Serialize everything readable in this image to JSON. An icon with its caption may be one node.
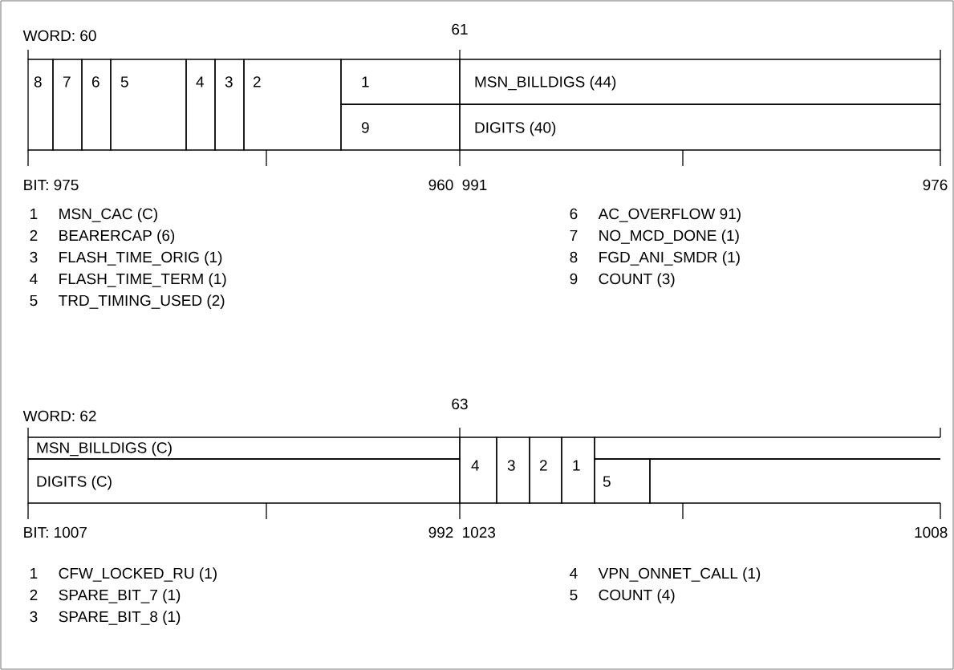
{
  "diagram": {
    "nodes": [
      {
        "text": [
          "8"
        ]
      },
      {
        "text": [
          "7"
        ]
      },
      {
        "text": [
          "6"
        ]
      },
      {
        "text": [
          "5"
        ]
      },
      {
        "text": [
          "4"
        ]
      },
      {
        "text": [
          "3"
        ]
      },
      {
        "text": [
          "2"
        ]
      },
      {
        "text": [
          "1"
        ]
      },
      {
        "text": [
          "MSN_BILLDIGS (44)"
        ]
      },
      {
        "text": [
          "9"
        ]
      },
      {
        "text": [
          "DIGITS (40)"
        ]
      },
      {
        "text": [
          "MSN_BILLDIGS (C)"
        ]
      },
      {
        "text": [
          "4"
        ]
      },
      {
        "text": [
          "3"
        ]
      },
      {
        "text": [
          "2"
        ]
      },
      {
        "text": [
          "1"
        ]
      },
      {
        "text": [],
        "shape": "box"
      },
      {
        "text": [
          "DIGITS (C)"
        ]
      },
      {
        "text": [
          "5"
        ]
      },
      {
        "text": [],
        "shape": "box"
      }
    ],
    "labels": [
      "WORD:  60",
      "61",
      "BIT:  975",
      "960",
      "991",
      "976",
      "1",
      "MSN_CAC (C)",
      "2",
      "BEARERCAP (6)",
      "3",
      "FLASH_TIME_ORIG (1)",
      "4",
      "FLASH_TIME_TERM (1)",
      "5",
      "TRD_TIMING_USED (2)",
      "6",
      "AC_OVERFLOW 91)",
      "7",
      "NO_MCD_DONE (1)",
      "8",
      "FGD_ANI_SMDR (1)",
      "9",
      "COUNT (3)",
      "WORD:  62",
      "63",
      "BIT:  1007",
      "992",
      "1023",
      "1008",
      "1",
      "CFW_LOCKED_RU (1)",
      "2",
      "SPARE_BIT_7 (1)",
      "3",
      "SPARE_BIT_8 (1)",
      "4",
      "VPN_ONNET_CALL (1)",
      "5",
      "COUNT (4)"
    ]
  }
}
